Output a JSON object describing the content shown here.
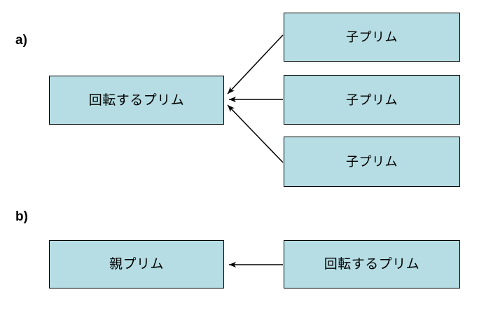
{
  "figure": {
    "background_color": "#ffffff",
    "box_fill_color": "#B5DDE3",
    "box_border_color": "#000000",
    "arrow_color": "#000000"
  },
  "panels": [
    {
      "label": "a)",
      "target_node": {
        "label": "回転するプリム"
      },
      "source_nodes": [
        {
          "label": "子プリム"
        },
        {
          "label": "子プリム"
        },
        {
          "label": "子プリム"
        }
      ]
    },
    {
      "label": "b)",
      "target_node": {
        "label": "親プリム"
      },
      "source_nodes": [
        {
          "label": "回転するプリム"
        }
      ]
    }
  ]
}
